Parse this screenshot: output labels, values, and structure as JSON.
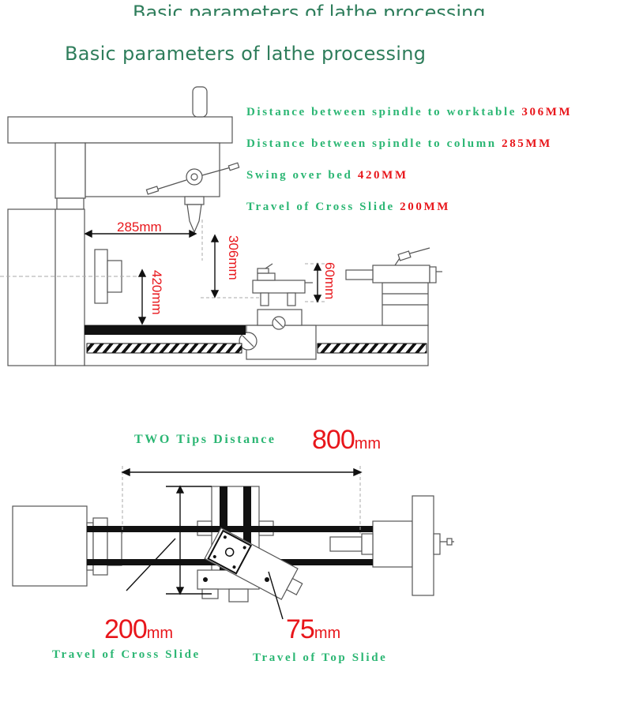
{
  "header": {
    "ghost_title": "Basic parameters of lathe processing",
    "title": "Basic parameters of lathe processing"
  },
  "specs": [
    {
      "label": "Distance between spindle to worktable",
      "value": "306MM"
    },
    {
      "label": "Distance between spindle to column",
      "value": "285MM"
    },
    {
      "label": "Swing over bed",
      "value": "420MM"
    },
    {
      "label": "Travel of Cross Slide",
      "value": "200MM"
    }
  ],
  "side_dimensions": {
    "spindle_to_column": "285mm",
    "spindle_to_worktable": "306mm",
    "swing": "420mm",
    "tool_height": "60mm"
  },
  "top_view": {
    "two_tips_label": "TWO Tips Distance",
    "two_tips_value": "800",
    "two_tips_unit": "mm",
    "cross_value": "200",
    "cross_unit": "mm",
    "cross_caption": "Travel of Cross Slide",
    "top_value": "75",
    "top_unit": "mm",
    "top_caption": "Travel of Top Slide"
  },
  "colors": {
    "title": "#2e7d5b",
    "spec_label": "#2bb673",
    "value_red": "#e8161b",
    "line": "#555555"
  }
}
